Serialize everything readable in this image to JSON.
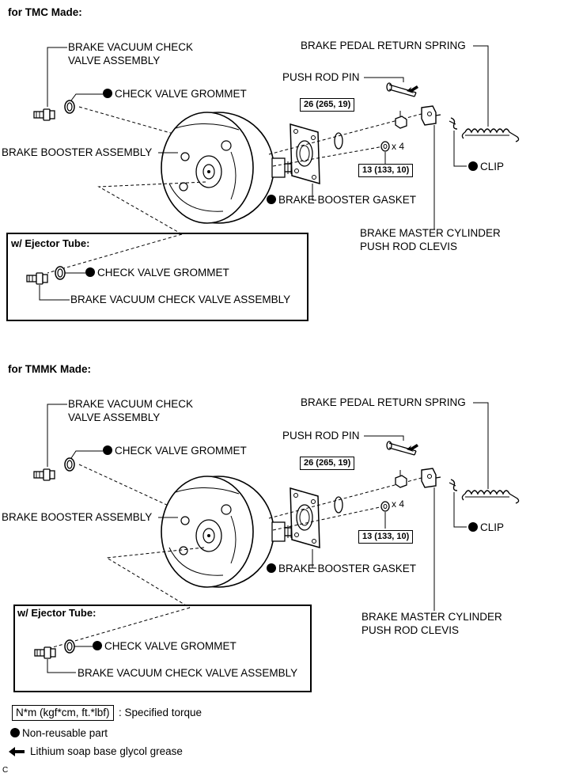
{
  "panels": [
    {
      "header": "for TMC Made:",
      "labels": {
        "vacuum_valve_1": "BRAKE VACUUM CHECK",
        "vacuum_valve_2": "VALVE ASSEMBLY",
        "grommet": "CHECK VALVE GROMMET",
        "booster": "BRAKE BOOSTER ASSEMBLY",
        "gasket": "BRAKE BOOSTER GASKET",
        "return_spring": "BRAKE PEDAL RETURN SPRING",
        "push_rod_pin": "PUSH ROD PIN",
        "clip": "CLIP",
        "clevis_1": "BRAKE MASTER CYLINDER",
        "clevis_2": "PUSH ROD CLEVIS",
        "torque_nut": "26 (265, 19)",
        "torque_bolts": "13 (133, 10)",
        "multiplier": "x 4"
      },
      "ejector": {
        "title": "w/ Ejector Tube:",
        "grommet": "CHECK VALVE GROMMET",
        "valve": "BRAKE VACUUM CHECK VALVE ASSEMBLY"
      }
    },
    {
      "header": "for TMMK Made:",
      "labels": {
        "vacuum_valve_1": "BRAKE VACUUM CHECK",
        "vacuum_valve_2": "VALVE ASSEMBLY",
        "grommet": "CHECK VALVE GROMMET",
        "booster": "BRAKE BOOSTER ASSEMBLY",
        "gasket": "BRAKE BOOSTER GASKET",
        "return_spring": "BRAKE PEDAL RETURN SPRING",
        "push_rod_pin": "PUSH ROD PIN",
        "clip": "CLIP",
        "clevis_1": "BRAKE MASTER CYLINDER",
        "clevis_2": "PUSH ROD CLEVIS",
        "torque_nut": "26 (265, 19)",
        "torque_bolts": "13 (133, 10)",
        "multiplier": "x 4"
      },
      "ejector": {
        "title": "w/ Ejector Tube:",
        "grommet": "CHECK VALVE GROMMET",
        "valve": "BRAKE VACUUM CHECK VALVE ASSEMBLY"
      }
    }
  ],
  "legend": {
    "torque_unit": "N*m (kgf*cm, ft.*lbf)",
    "torque_text": ": Specified torque",
    "nonreusable": "Non-reusable part",
    "grease": "Lithium soap base glycol grease"
  },
  "corner_mark": "C"
}
